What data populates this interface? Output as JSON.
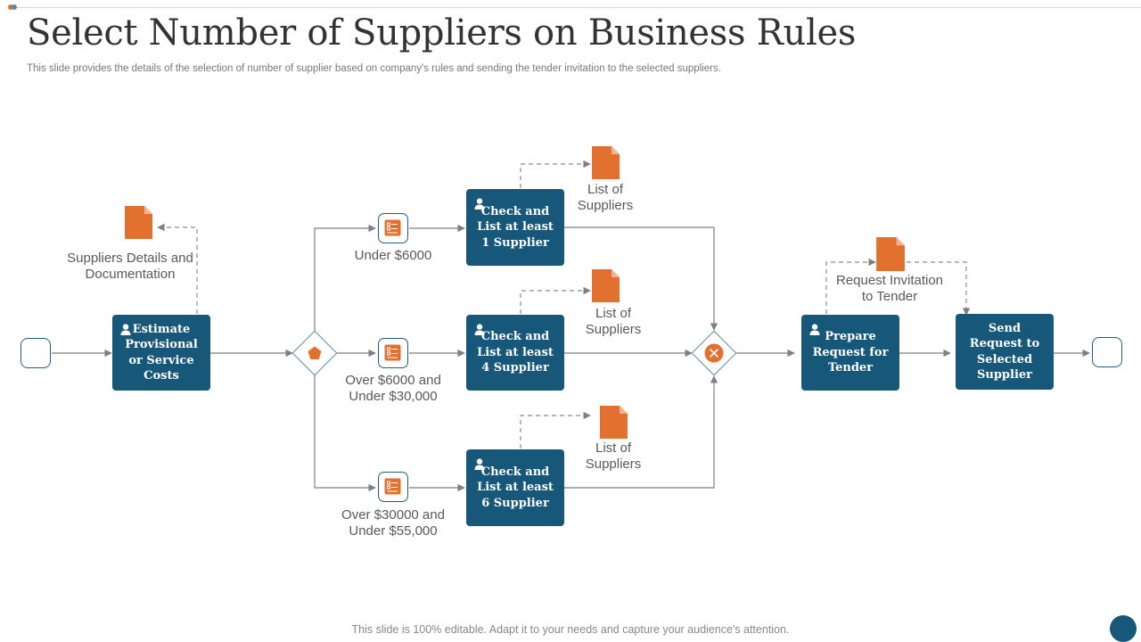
{
  "header": {
    "title": "Select Number of Suppliers on Business Rules",
    "subtitle": "This slide provides the details of the selection of number of supplier based on company's rules and sending the tender invitation to the selected suppliers."
  },
  "colors": {
    "node": "#17587a",
    "accent": "#e2702f",
    "line": "#7f7f7f",
    "border": "#1f5f82"
  },
  "process": {
    "estimate": "Estimate Provisional or Service Costs",
    "check1": "Check and List at least 1 Supplier",
    "check4": "Check and List at least 4 Supplier",
    "check6": "Check and List at least 6 Supplier",
    "prepare": "Prepare Request for Tender",
    "send": "Send Request to Selected Supplier"
  },
  "labels": {
    "suppliers_docs": "Suppliers Details and Documentation",
    "under_6000": "Under $6000",
    "over_6000": "Over $6000 and Under $30,000",
    "over_30000": "Over $30000 and Under $55,000",
    "list1": "List of Suppliers",
    "list4": "List of Suppliers",
    "list6": "List of Suppliers",
    "request_invitation": "Request Invitation to Tender"
  },
  "icons": {
    "document": "document-icon",
    "person": "user-icon",
    "task": "form-icon",
    "exclusive_gateway": "pentagon-icon",
    "close_gateway": "x-circle-icon"
  },
  "footer": {
    "text": "This slide is 100% editable. Adapt it to your needs and capture your audience's attention."
  }
}
